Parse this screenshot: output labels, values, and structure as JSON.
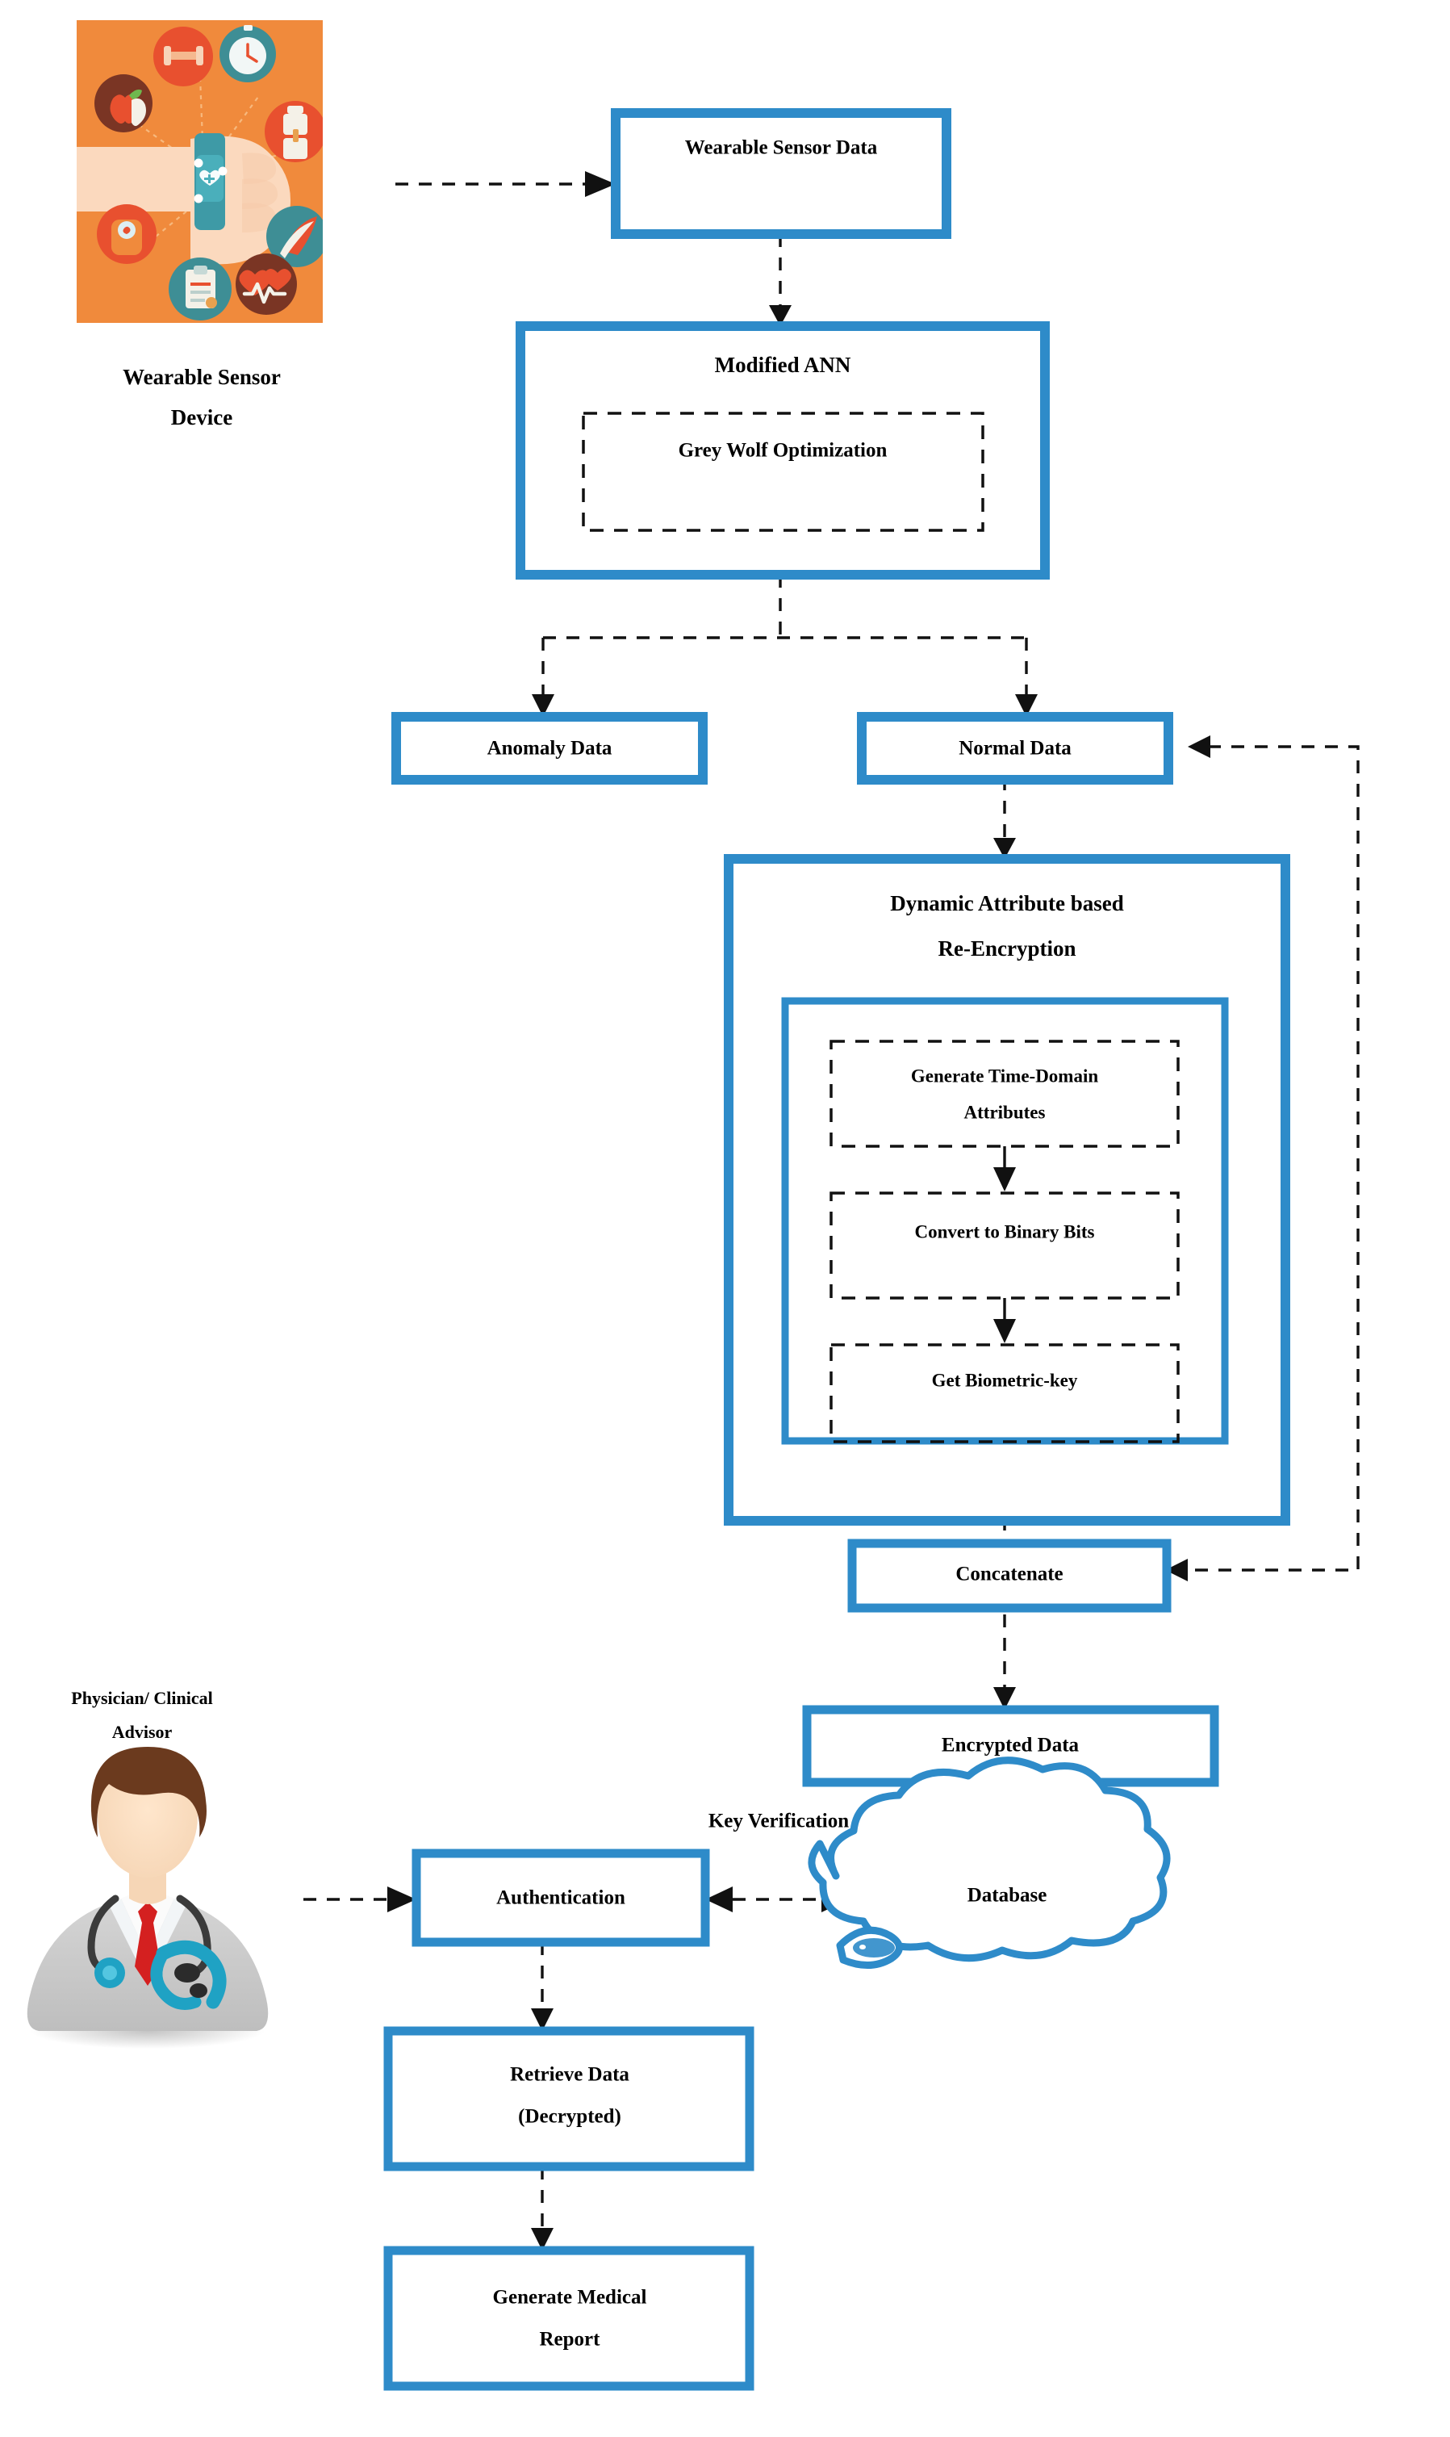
{
  "diagram": {
    "title_text_color": "#000000",
    "accent_color": "#2E8BC9",
    "background_color": "#FFFFFF",
    "wearable_image": {
      "caption_line1": "Wearable Sensor",
      "caption_line2": "Device",
      "background_color": "#F08A3C",
      "icons": [
        "dumbbell-icon",
        "stopwatch-icon",
        "apple-icon",
        "water-bottle-icon",
        "shoe-icon",
        "scale-icon",
        "clipboard-icon",
        "heartbeat-icon",
        "smartwatch-icon"
      ]
    },
    "physician_image": {
      "caption_line1": "Physician/ Clinical",
      "caption_line2": "Advisor",
      "coat_color": "#C9C9C9",
      "tie_color": "#D42020",
      "hair_color": "#6B3A1E",
      "stethoscope_color": "#1FA2C4"
    },
    "nodes": {
      "wearable_sensor_data": "Wearable Sensor Data",
      "modified_ann": "Modified ANN",
      "grey_wolf_optimization": "Grey Wolf Optimization",
      "anomaly_data": "Anomaly Data",
      "normal_data": "Normal Data",
      "dynamic_reencryption_line1": "Dynamic Attribute based",
      "dynamic_reencryption_line2": "Re-Encryption",
      "generate_attributes_line1": "Generate Time-Domain",
      "generate_attributes_line2": "Attributes",
      "convert_binary": "Convert to Binary Bits",
      "get_biometric_key": "Get Biometric-key",
      "concatenate": "Concatenate",
      "encrypted_data": "Encrypted Data",
      "database": "Database",
      "authentication": "Authentication",
      "retrieve_data_line1": "Retrieve Data",
      "retrieve_data_line2": "(Decrypted)",
      "generate_report_line1": "Generate Medical",
      "generate_report_line2": "Report"
    },
    "edge_labels": {
      "key_verification": "Key Verification"
    }
  }
}
